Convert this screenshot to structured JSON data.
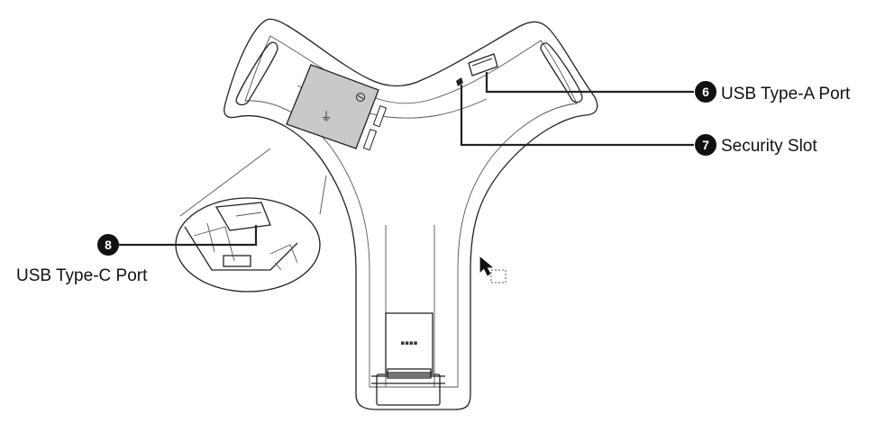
{
  "callouts": [
    {
      "number": "6",
      "label": "USB Type-A Port"
    },
    {
      "number": "7",
      "label": "Security Slot"
    },
    {
      "number": "8",
      "label": "USB Type-C Port"
    }
  ],
  "device": {
    "logo_text": "▪▪▪▪",
    "connector_symbol": "⏚"
  }
}
